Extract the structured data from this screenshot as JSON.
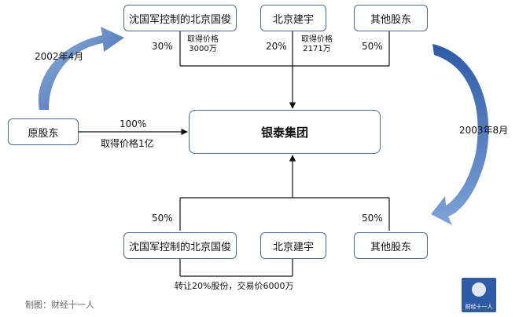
{
  "top_row": {
    "owner1": "沈国军控制的北京国俊",
    "owner2": "北京建宇",
    "owner3": "其他股东",
    "pct1": "30%",
    "pct2": "20%",
    "pct3": "50%",
    "price1_line1": "取得价格",
    "price1_line2": "3000万",
    "price2_line1": "取得价格",
    "price2_line2": "2171万"
  },
  "left": {
    "original_holder": "原股东",
    "pct": "100%",
    "price": "取得价格1亿",
    "date": "2002年4月"
  },
  "center": {
    "company": "银泰集团"
  },
  "right": {
    "date": "2003年8月"
  },
  "bottom_row": {
    "owner1": "沈国军控制的北京国俊",
    "owner2": "北京建宇",
    "owner3": "其他股东",
    "pct1": "50%",
    "pct3": "50%",
    "transfer_note": "转让20%股份，交易价6000万"
  },
  "footer": {
    "credit": "制图：财经十一人",
    "logo_text": "财经十一人"
  },
  "colors": {
    "box_border": "#4a6a8a",
    "arrow_fill": "#2e5aa6"
  }
}
